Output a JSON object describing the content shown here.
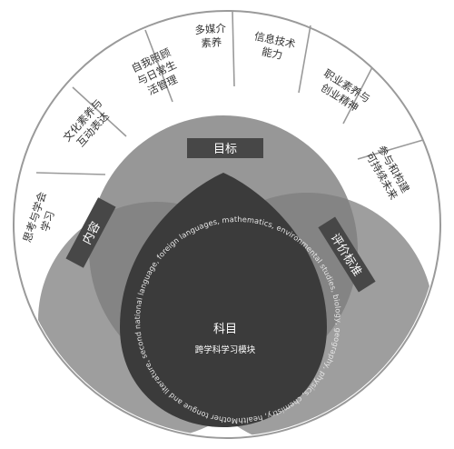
{
  "ring_segments": [
    {
      "id": "seg1",
      "lines": [
        "思考与学会",
        "学习"
      ]
    },
    {
      "id": "seg2",
      "lines": [
        "文化素养与",
        "互动表达"
      ]
    },
    {
      "id": "seg3",
      "lines": [
        "自我照顾",
        "与日常生",
        "活管理"
      ]
    },
    {
      "id": "seg4",
      "lines": [
        "多媒介",
        "素养"
      ]
    },
    {
      "id": "seg5",
      "lines": [
        "信息技术",
        "能力"
      ]
    },
    {
      "id": "seg6",
      "lines": [
        "职业素养与",
        "创业精神"
      ]
    },
    {
      "id": "seg7",
      "lines": [
        "参与和构建",
        "可持续未来"
      ]
    }
  ],
  "labels": {
    "goal": "目标",
    "content": "内容",
    "criteria": "评价标准"
  },
  "center": {
    "title": "科目",
    "subtitle": "跨学科学习模块",
    "arc_text": "Mother tongue and literature, second national language, foreign languages, mathematics, environmental studies, biology, geography, physics, chemistry, health education, religion, ethics, history, social studies, music, visual arts, crafts, physical education, home economics, guidance counselling, optional subjects"
  },
  "colors": {
    "ring_fill": "#ffffff",
    "ring_stroke": "#9a9a9a",
    "circle_fill": "#8c8c8c",
    "core_fill": "#3f3f3f",
    "label_box": "#474747"
  }
}
